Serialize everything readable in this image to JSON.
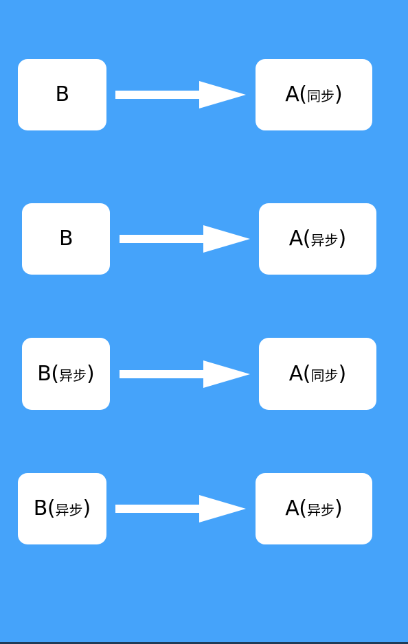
{
  "colors": {
    "background": "#45a3fa",
    "node_fill": "#ffffff",
    "arrow_fill": "#ffffff",
    "text": "#000000"
  },
  "rows": [
    {
      "left": {
        "main": "B",
        "open": "",
        "sub": "",
        "close": ""
      },
      "right": {
        "main": "A",
        "open": "(",
        "sub": "同步",
        "close": ")"
      },
      "arrow_icon": "right-arrow-icon"
    },
    {
      "left": {
        "main": "B",
        "open": "",
        "sub": "",
        "close": ""
      },
      "right": {
        "main": "A",
        "open": "(",
        "sub": "异步",
        "close": ")"
      },
      "arrow_icon": "right-arrow-icon"
    },
    {
      "left": {
        "main": "B",
        "open": "(",
        "sub": "异步",
        "close": ")"
      },
      "right": {
        "main": "A",
        "open": "(",
        "sub": "同步",
        "close": ")"
      },
      "arrow_icon": "right-arrow-icon"
    },
    {
      "left": {
        "main": "B",
        "open": "(",
        "sub": "异步",
        "close": ")"
      },
      "right": {
        "main": "A",
        "open": "(",
        "sub": "异步",
        "close": ")"
      },
      "arrow_icon": "right-arrow-icon"
    }
  ]
}
